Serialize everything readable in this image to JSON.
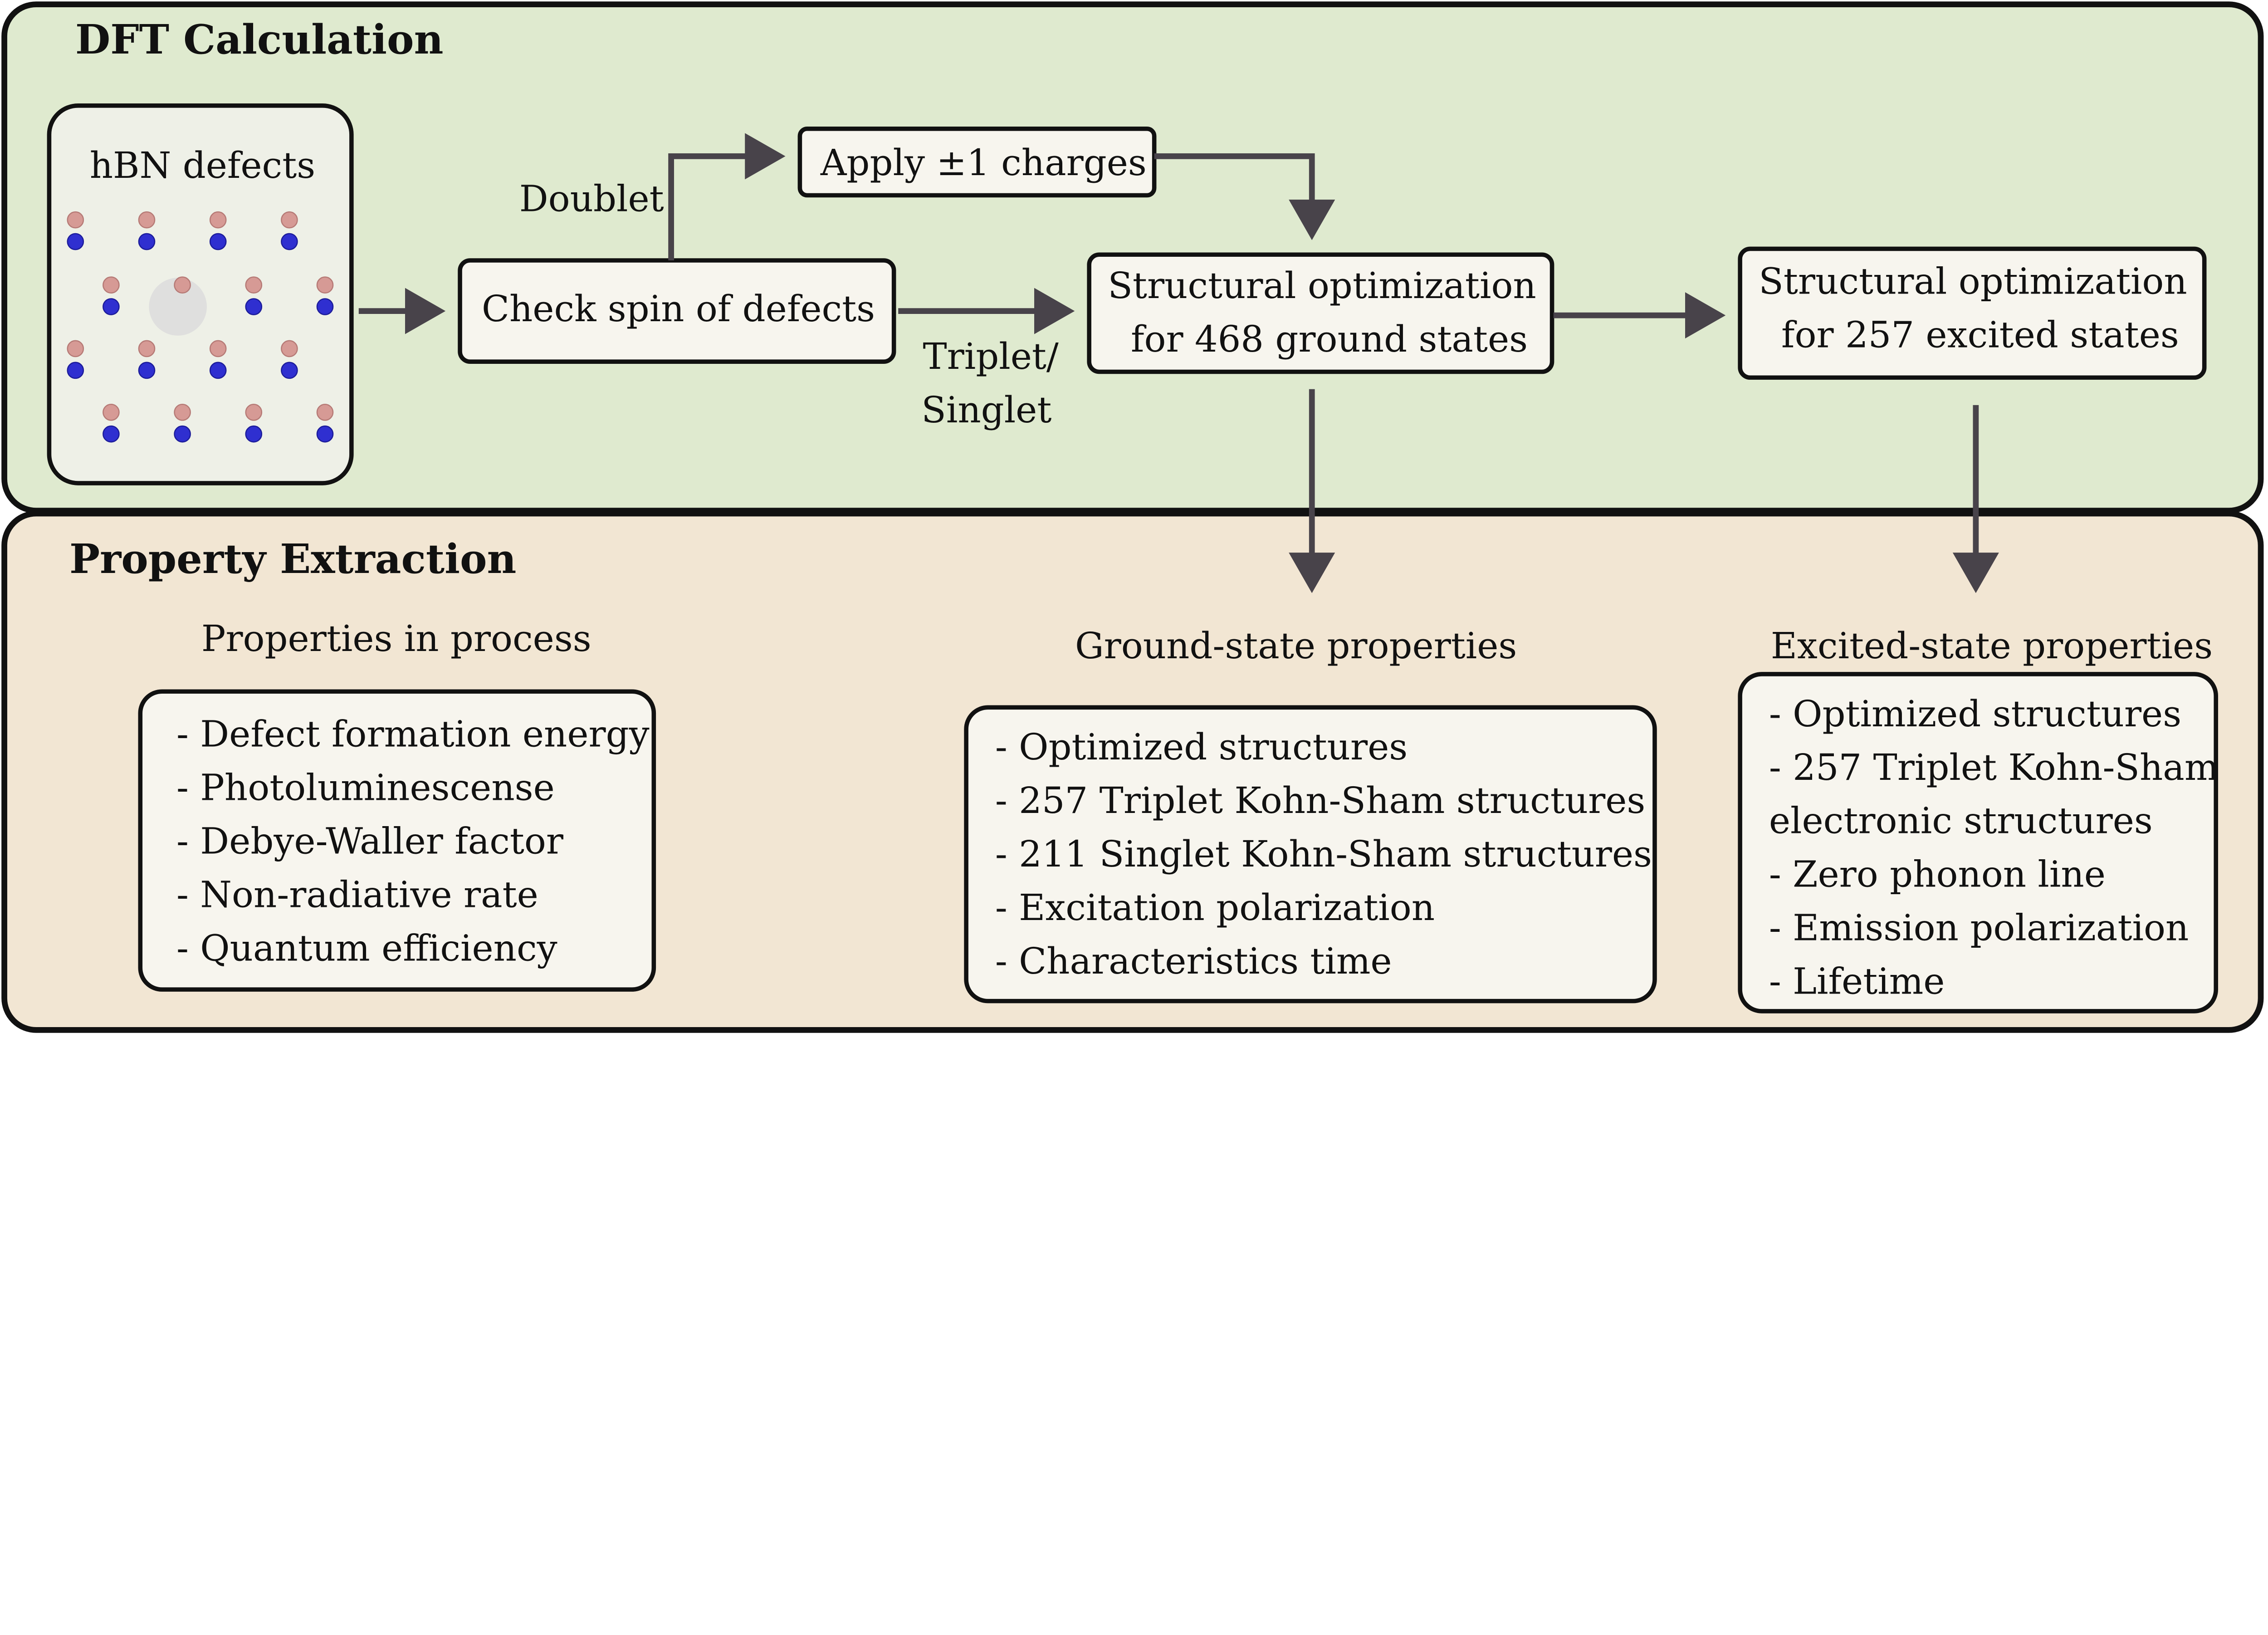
{
  "colors": {
    "dft_panel_fill": "#dfeacf",
    "extraction_panel_fill": "#f2e6d3",
    "box_fill": "#f7f5ee",
    "outline": "#111111",
    "arrow": "#48434a",
    "boron_atom": "#d69a95",
    "nitrogen_atom": "#2f2fd0"
  },
  "dft": {
    "title": "DFT Calculation",
    "hbn_label": "hBN defects",
    "check_spin": "Check spin of defects",
    "doublet_label": "Doublet",
    "apply_charges": "Apply ±1 charges",
    "triplet_label_line1": "Triplet/",
    "triplet_label_line2": "Singlet",
    "ground_opt_line1": "Structural optimization",
    "ground_opt_line2": "for 468 ground states",
    "excited_opt_line1": "Structural optimization",
    "excited_opt_line2": "for 257 excited states"
  },
  "extraction": {
    "title": "Property Extraction",
    "process_heading": "Properties in process",
    "process_items": [
      "- Defect formation energy",
      "- Photoluminescense",
      "- Debye-Waller factor",
      "- Non-radiative rate",
      "- Quantum efficiency"
    ],
    "ground_heading": "Ground-state properties",
    "ground_items": [
      "- Optimized structures",
      "- 257 Triplet Kohn-Sham structures",
      "- 211 Singlet Kohn-Sham structures",
      "- Excitation polarization",
      "- Characteristics time"
    ],
    "excited_heading": "Excited-state properties",
    "excited_items": [
      "- Optimized structures",
      "- 257 Triplet Kohn-Sham",
      "electronic structures",
      "-  Zero phonon line",
      "- Emission polarization",
      "- Lifetime"
    ]
  }
}
